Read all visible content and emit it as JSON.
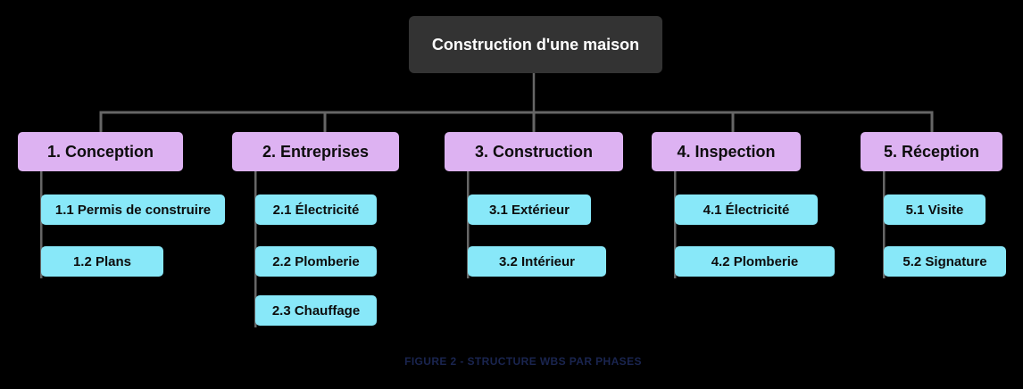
{
  "diagram": {
    "root": "Construction d'une maison",
    "phases": [
      {
        "label": "1. Conception",
        "tasks": [
          "1.1 Permis de construire",
          "1.2 Plans"
        ]
      },
      {
        "label": "2. Entreprises",
        "tasks": [
          "2.1 Électricité",
          "2.2 Plomberie",
          "2.3 Chauffage"
        ]
      },
      {
        "label": "3. Construction",
        "tasks": [
          "3.1 Extérieur",
          "3.2 Intérieur"
        ]
      },
      {
        "label": "4. Inspection",
        "tasks": [
          "4.1 Électricité",
          "4.2 Plomberie"
        ]
      },
      {
        "label": "5. Réception",
        "tasks": [
          "5.1 Visite",
          "5.2 Signature"
        ]
      }
    ]
  },
  "caption": "FIGURE 2 - STRUCTURE WBS PAR PHASES",
  "colors": {
    "background": "#000000",
    "root_fill": "#333333",
    "root_text": "#ffffff",
    "phase_fill": "#ddb2f2",
    "task_fill": "#88e8f9",
    "node_text": "#0d0d0d",
    "connector": "#666666",
    "caption_text": "#1a2550"
  }
}
